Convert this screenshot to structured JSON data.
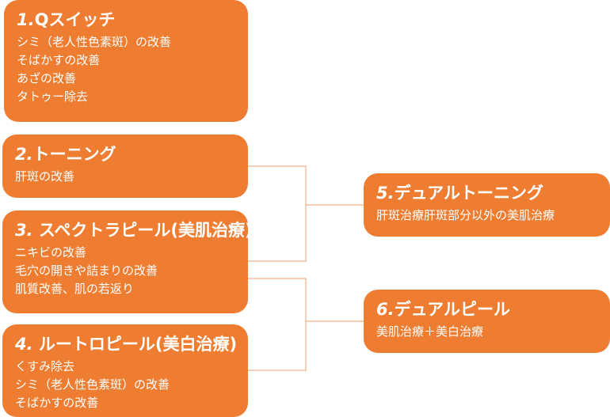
{
  "boxes": [
    {
      "num": "1.",
      "name": "Qスイッチ",
      "lines": [
        "シミ（老人性色素斑）の改善",
        "そばかすの改善",
        "あざの改善",
        "タトゥー除去"
      ]
    },
    {
      "num": "2.",
      "name": "トーニング",
      "lines": [
        "肝斑の改善"
      ]
    },
    {
      "num": "3.",
      "name": " スペクトラピール(美肌治療)",
      "lines": [
        "ニキビの改善",
        "毛穴の開きや詰まりの改善",
        "肌質改善、肌の若返り"
      ]
    },
    {
      "num": "4.",
      "name": " ルートロピール(美白治療)",
      "lines": [
        "くすみ除去",
        "シミ（老人性色素斑）の改善",
        "そばかすの改善"
      ]
    },
    {
      "num": "5.",
      "name": "デュアルトーニング",
      "lines": [
        "肝斑治療肝斑部分以外の美肌治療"
      ]
    },
    {
      "num": "6.",
      "name": "デュアルピール",
      "lines": [
        "美肌治療＋美白治療"
      ]
    }
  ],
  "colors": {
    "box_fill": "#ee7d31",
    "text": "#ffffff",
    "connector": "#f2b183"
  }
}
